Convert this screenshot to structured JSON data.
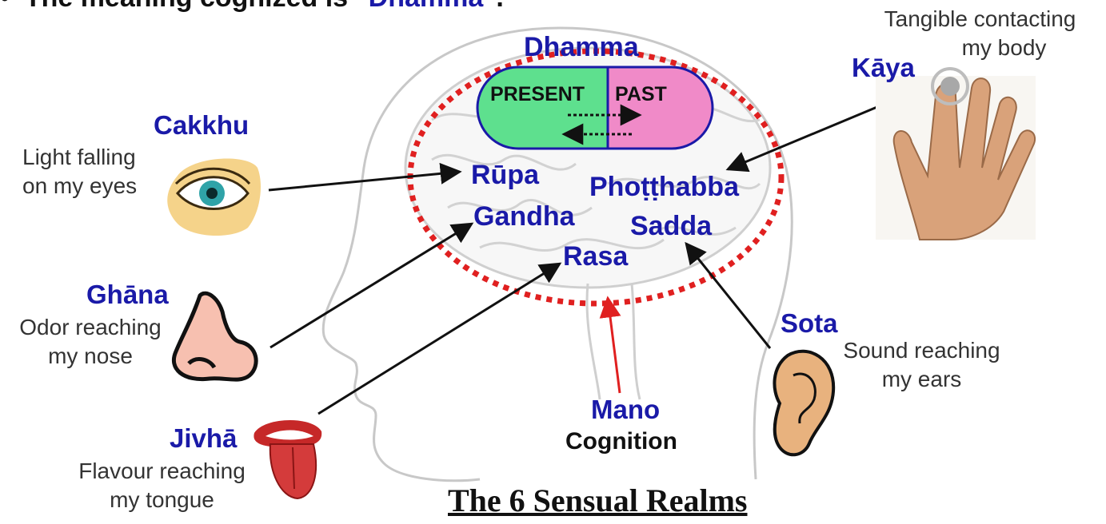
{
  "header": {
    "bullet": "•",
    "text_before": "The meaning cognized is \"",
    "highlight": "Dhamma",
    "text_after": "\"."
  },
  "brain": {
    "outer_label": "Dhamma",
    "present_label": "PRESENT",
    "past_label": "PAST",
    "objects": [
      "Rūpa",
      "Phoṭṭhabba",
      "Gandha",
      "Sadda",
      "Rasa"
    ]
  },
  "senses": {
    "cakkhu": {
      "name": "Cakkhu",
      "desc_line1": "Light falling",
      "desc_line2": "on my eyes"
    },
    "ghana": {
      "name": "Ghāna",
      "desc_line1": "Odor reaching",
      "desc_line2": "my nose"
    },
    "jivha": {
      "name": "Jivhā",
      "desc_line1": "Flavour reaching",
      "desc_line2": "my tongue"
    },
    "kaya": {
      "name": "Kāya",
      "desc_line1": "Tangible contacting",
      "desc_line2": "my body"
    },
    "sota": {
      "name": "Sota",
      "desc_line1": "Sound reaching",
      "desc_line2": "my ears"
    },
    "mano": {
      "name": "Mano",
      "desc": "Cognition"
    }
  },
  "footer": {
    "title": "The 6 Sensual Realms"
  },
  "colors": {
    "pali_blue": "#1a1aa8",
    "present_green": "#5ee08e",
    "past_pink": "#f08ac8",
    "dhamma_ring_red": "#e02020",
    "mano_arrow_red": "#e02020"
  }
}
